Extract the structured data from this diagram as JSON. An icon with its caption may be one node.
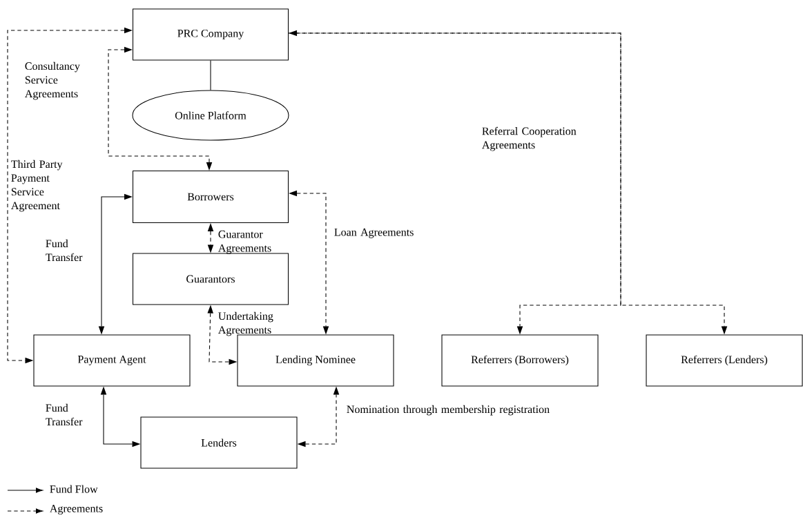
{
  "diagram": {
    "nodes": [
      {
        "text": [
          "PRC Company"
        ]
      },
      {
        "text": [
          "Online Platform"
        ]
      },
      {
        "text": [
          "Borrowers"
        ]
      },
      {
        "text": [
          "Guarantors"
        ]
      },
      {
        "text": [
          "Payment Agent"
        ]
      },
      {
        "text": [
          "Lending Nominee"
        ]
      },
      {
        "text": [
          "Referrers (Borrowers)"
        ]
      },
      {
        "text": [
          "Referrers (Lenders)"
        ]
      },
      {
        "text": [
          "Lenders"
        ]
      }
    ],
    "edges": [
      {
        "from": 0,
        "to": 1,
        "arrow": "none"
      },
      {
        "from": 0,
        "to": 4,
        "arrow": "both",
        "style": "dashed",
        "label": "Third Party Payment Service Agreement"
      },
      {
        "from": 0,
        "to": 2,
        "arrow": "both",
        "style": "dashed",
        "label": "Consultancy Service Agreements"
      },
      {
        "from": 2,
        "to": 4,
        "arrow": "both",
        "label": "Fund Transfer"
      },
      {
        "from": 2,
        "to": 3,
        "arrow": "both",
        "style": "dashed",
        "label": "Guarantor Agreements"
      },
      {
        "from": 3,
        "to": 5,
        "arrow": "both",
        "style": "dashed",
        "label": "Undertaking Agreements"
      },
      {
        "from": 2,
        "to": 5,
        "arrow": "both",
        "style": "dashed",
        "label": "Loan Agreements"
      },
      {
        "from": 4,
        "to": 8,
        "arrow": "both",
        "label": "Fund Transfer"
      },
      {
        "from": 8,
        "to": 5,
        "arrow": "both",
        "style": "dashed",
        "label": "Nomination through membership registration"
      },
      {
        "from": 0,
        "to": 6,
        "arrow": "both",
        "style": "dashed",
        "label": "Referral Cooperation Agreements"
      },
      {
        "from": 0,
        "to": 7,
        "arrow": "to",
        "style": "dashed"
      }
    ],
    "legend": [
      {
        "text": "Fund Flow"
      },
      {
        "text": "Agreements"
      }
    ]
  }
}
